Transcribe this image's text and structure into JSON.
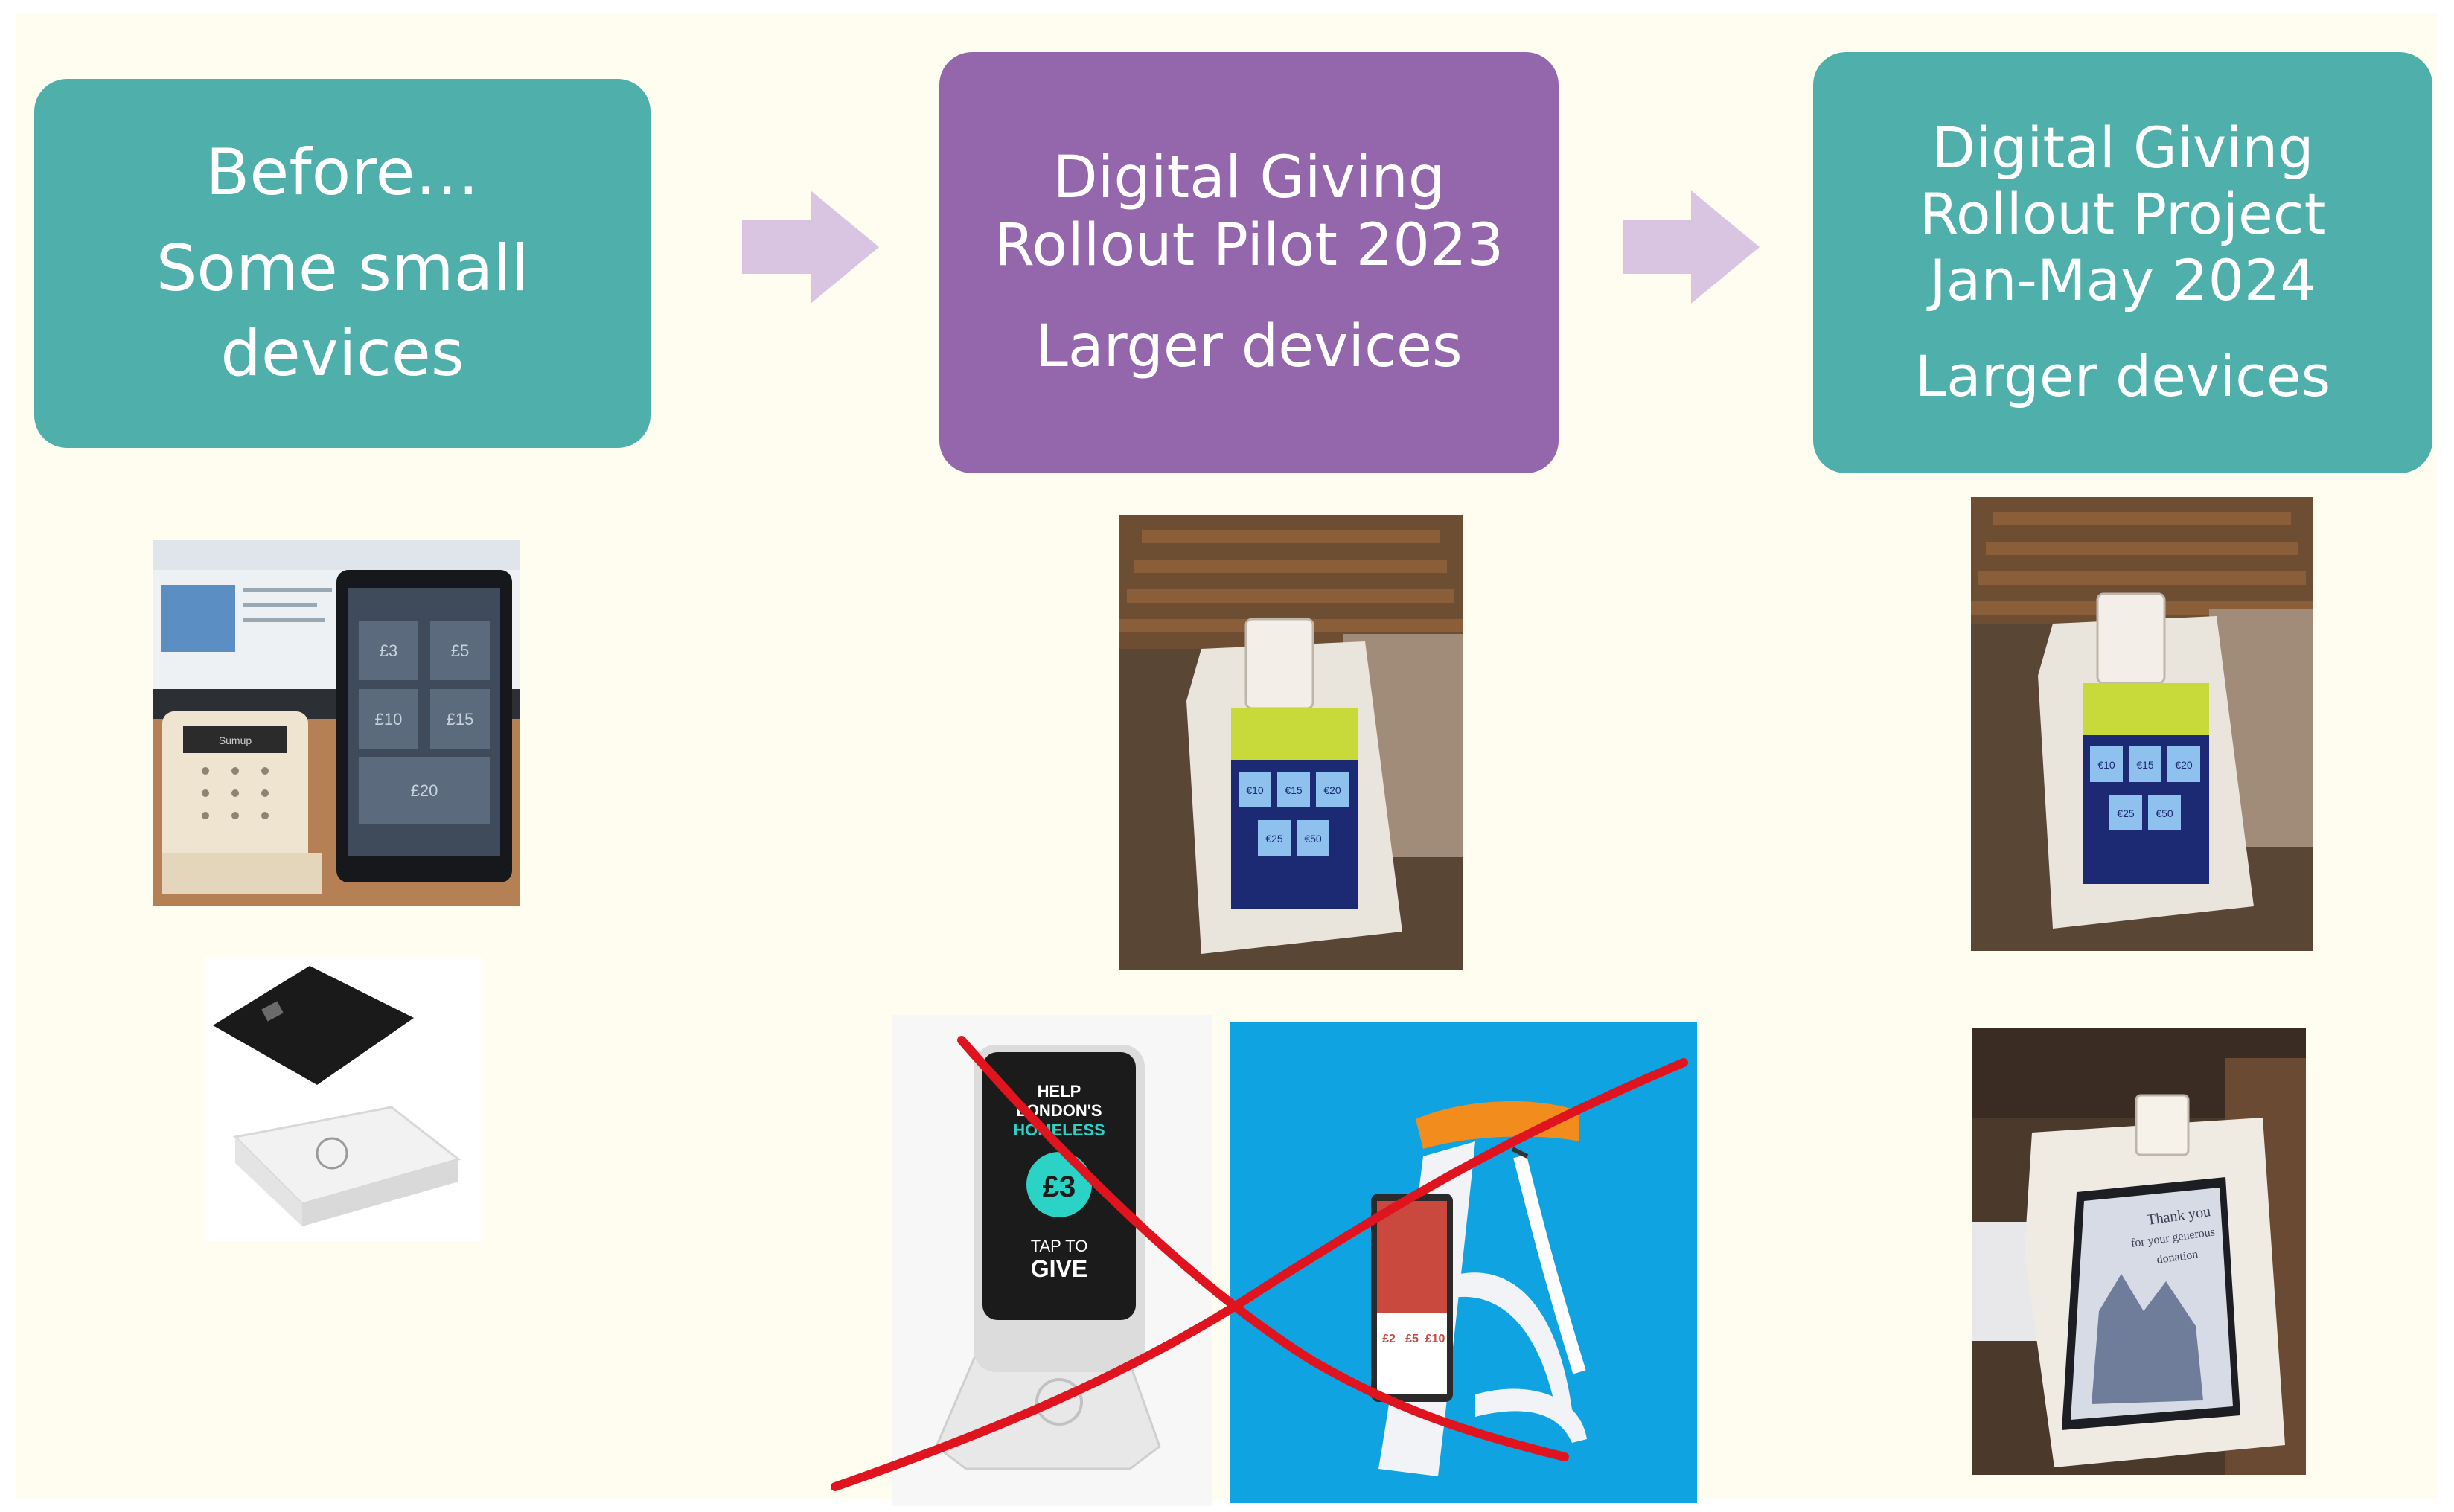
{
  "colors": {
    "background": "#fefdef",
    "teal_box": "#4fafab",
    "purple_box": "#9466ab",
    "arrow": "#d9c5e1",
    "cross_out": "#e0141e"
  },
  "stages": [
    {
      "lines": [
        "Before…",
        "Some small",
        "devices"
      ]
    },
    {
      "lines": [
        "Digital Giving",
        "Rollout Pilot 2023",
        "Larger devices"
      ]
    },
    {
      "lines": [
        "Digital Giving",
        "Rollout Project",
        "Jan-May 2024",
        "Larger devices"
      ]
    }
  ],
  "images": {
    "small_devices": {
      "reader_screen_text": "Sumup",
      "tablet_amounts": [
        "£3",
        "£5",
        "£10",
        "£15",
        "£20"
      ]
    },
    "pilot_kiosk": {
      "amounts": [
        "€10",
        "€15",
        "€20",
        "€25",
        "€50"
      ]
    },
    "project_kiosk": {
      "amounts": [
        "€10",
        "€15",
        "€20",
        "€25",
        "€50"
      ],
      "thank_you": [
        "Thank you",
        "for your generous",
        "donation"
      ]
    },
    "rejected_tap_device": {
      "lines": [
        "HELP",
        "LONDON'S",
        "HOMELESS",
        "£3",
        "TAP TO",
        "GIVE"
      ]
    },
    "rejected_stand": {
      "amounts": [
        "£2",
        "£5",
        "£10"
      ]
    }
  },
  "icons": [
    "right-arrow-icon",
    "right-arrow-icon",
    "red-cross-out-icon"
  ]
}
